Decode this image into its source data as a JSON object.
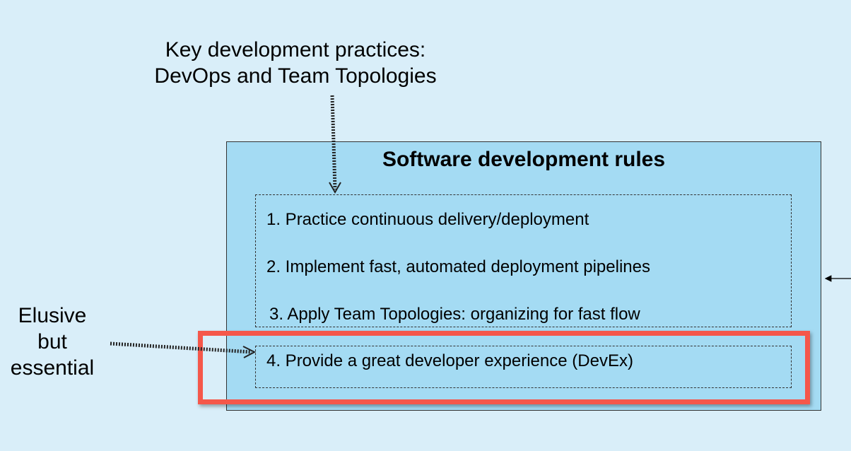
{
  "callouts": {
    "top_line1": "Key development practices:",
    "top_line2": "DevOps and Team Topologies",
    "left_line1": "Elusive",
    "left_line2": "but",
    "left_line3": "essential"
  },
  "rules_box": {
    "title": "Software development rules",
    "items": [
      "1. Practice continuous delivery/deployment",
      "2. Implement fast, automated deployment pipelines",
      "3. Apply Team Topologies: organizing for fast flow",
      "4. Provide a great developer experience (DevEx)"
    ]
  },
  "colors": {
    "background": "#d9eef9",
    "box_fill": "#a4dbf3",
    "highlight": "#f5574a"
  }
}
